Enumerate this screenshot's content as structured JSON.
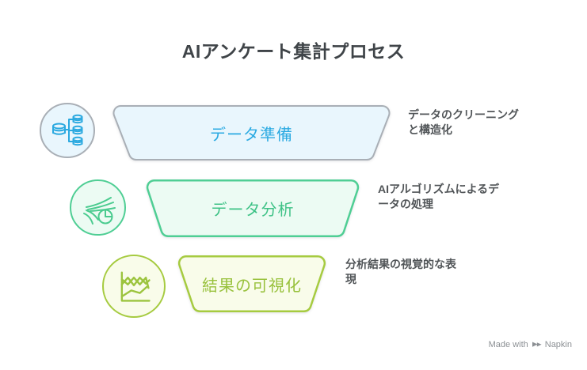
{
  "title": "AIアンケート集計プロセス",
  "diagram_type": "funnel",
  "stages": [
    {
      "label": "データ準備",
      "annotation": "データのクリーニング\nと構造化",
      "icon": "database-distribution-icon",
      "fill_color": "#E9F6FD",
      "border_color": "#A9AFB6",
      "text_color": "#2BAAE2"
    },
    {
      "label": "データ分析",
      "annotation": "AIアルゴリズムによるデ\nータの処理",
      "icon": "data-flow-pie-icon",
      "fill_color": "#ECFBF3",
      "border_color": "#4FCE94",
      "text_color": "#3EC286"
    },
    {
      "label": "結果の可視化",
      "annotation": "分析結果の視覚的な表\n現",
      "icon": "line-chart-icon",
      "fill_color": "#F9FCEA",
      "border_color": "#A6CB40",
      "text_color": "#98C13C"
    }
  ],
  "watermark": {
    "made_with": "Made with",
    "brand": "Napkin"
  },
  "colors": {
    "background": "#FFFFFF",
    "title_text": "#3F4448",
    "annotation_text": "#515558",
    "watermark_text": "#8C9094"
  }
}
